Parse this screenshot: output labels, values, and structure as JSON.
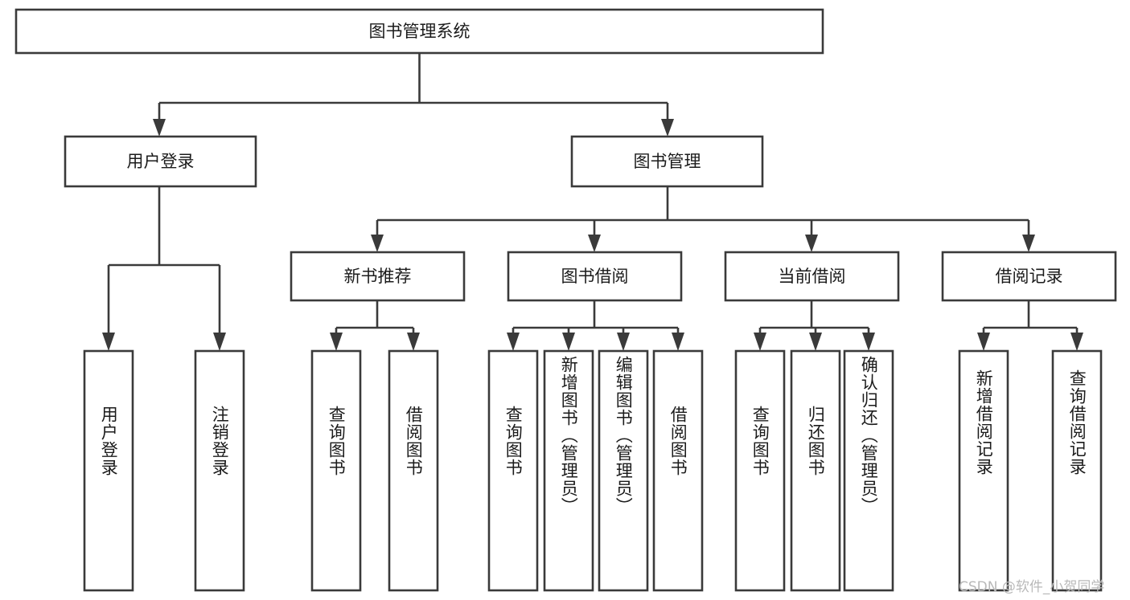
{
  "diagram": {
    "title": "图书管理系统",
    "type": "tree-hierarchy-flowchart",
    "colors": {
      "box_stroke": "#3a3a3a",
      "box_fill": "#ffffff",
      "text": "#1b1b1b",
      "background": "#ffffff",
      "watermark": "#b9b9b9"
    },
    "root": {
      "label": "图书管理系统"
    },
    "level2": [
      {
        "label": "用户登录"
      },
      {
        "label": "图书管理"
      }
    ],
    "level3": [
      {
        "label": "新书推荐"
      },
      {
        "label": "图书借阅"
      },
      {
        "label": "当前借阅"
      },
      {
        "label": "借阅记录"
      }
    ],
    "leaves_user_login": [
      {
        "label": "用户登录"
      },
      {
        "label": "注销登录"
      }
    ],
    "leaves_new_book": [
      {
        "label": "查询图书"
      },
      {
        "label": "借阅图书"
      }
    ],
    "leaves_borrow": [
      {
        "label": "查询图书"
      },
      {
        "label": "新增图书（管理员）"
      },
      {
        "label": "编辑图书（管理员）"
      },
      {
        "label": "借阅图书"
      }
    ],
    "leaves_current": [
      {
        "label": "查询图书"
      },
      {
        "label": "归还图书"
      },
      {
        "label": "确认归还（管理员）"
      }
    ],
    "leaves_records": [
      {
        "label": "新增借阅记录"
      },
      {
        "label": "查询借阅记录"
      }
    ]
  },
  "watermark": {
    "text": "CSDN @软件_小贺同学"
  }
}
